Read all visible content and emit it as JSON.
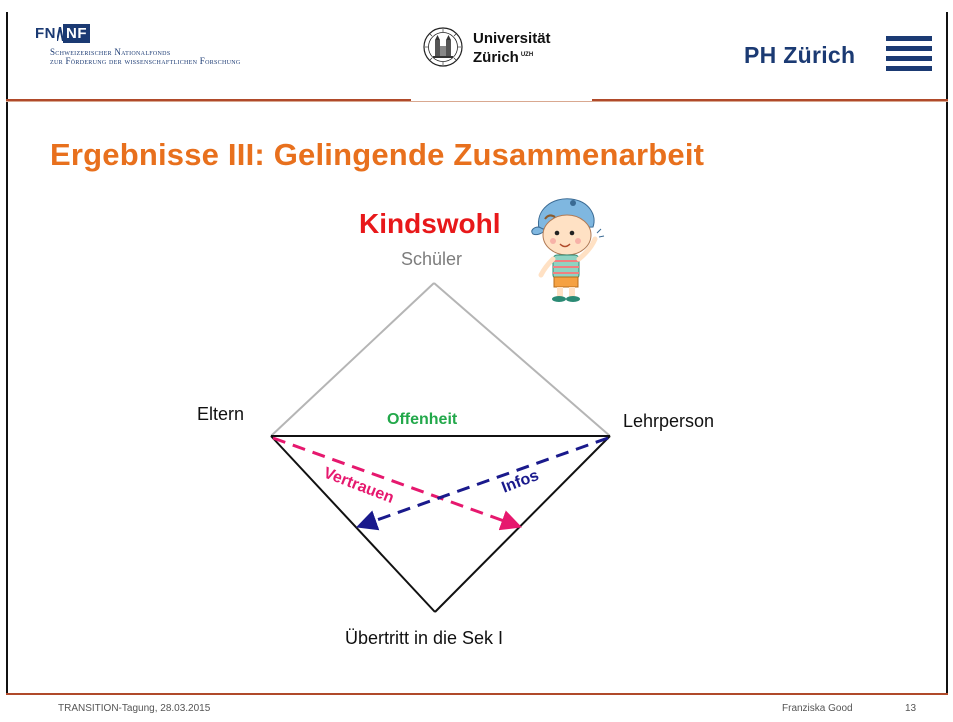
{
  "header": {
    "snf_logo": {
      "mark_left": "FN",
      "mark_right": "NF",
      "line1": "Schweizerischer Nationalfonds",
      "line2": "zur Förderung der wissenschaftlichen Forschung"
    },
    "uzh_logo": {
      "name_line1": "Universität",
      "name_line2": "Zürich",
      "superscript": "UZH"
    },
    "ph_logo": {
      "name": "PH Zürich"
    }
  },
  "title": "Ergebnisse III: Gelingende Zusammenarbeit",
  "diagram": {
    "top_heading": "Kindswohl",
    "top_node": "Schüler",
    "left_node": "Eltern",
    "right_node": "Lehrperson",
    "bottom_node": "Übertritt in die Sek I",
    "top_edge_label": "Offenheit",
    "arrow_pink_label": "Vertrauen",
    "arrow_blue_label": "Infos",
    "colors": {
      "heading": "#e8181a",
      "offenheit": "#22a84a",
      "vertrauen": "#e6186e",
      "infos": "#1a1a8c",
      "upper_triangle": "#b5b5b5",
      "lower_triangle": "#111111",
      "title": "#e8701d"
    }
  },
  "footer": {
    "left": "TRANSITION-Tagung, 28.03.2015",
    "author": "Franziska Good",
    "page_number": "13"
  }
}
